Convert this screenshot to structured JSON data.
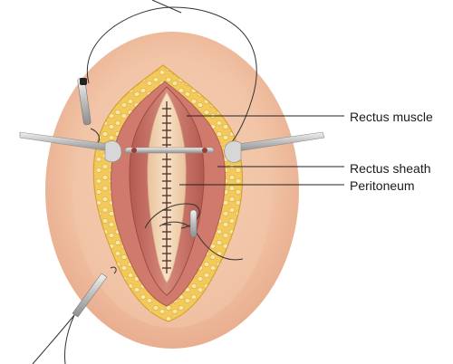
{
  "labels": {
    "rectus_muscle": "Rectus muscle",
    "rectus_sheath": "Rectus sheath",
    "peritoneum": "Peritoneum"
  },
  "colors": {
    "skin": "#f1c2a4",
    "skin_shadow": "#e59c7f",
    "fat": "#f2c95a",
    "fat_lobule": "#f9e7a6",
    "sheath": "#cf7a6c",
    "muscle": "#c86b5e",
    "peritoneum": "#f0d3b0",
    "suture": "#5a2a28",
    "retractor": "#c9c9c9",
    "thread": "#333333"
  },
  "icons": [
    "retractor-icon",
    "needle-icon",
    "suture-thread-icon"
  ]
}
